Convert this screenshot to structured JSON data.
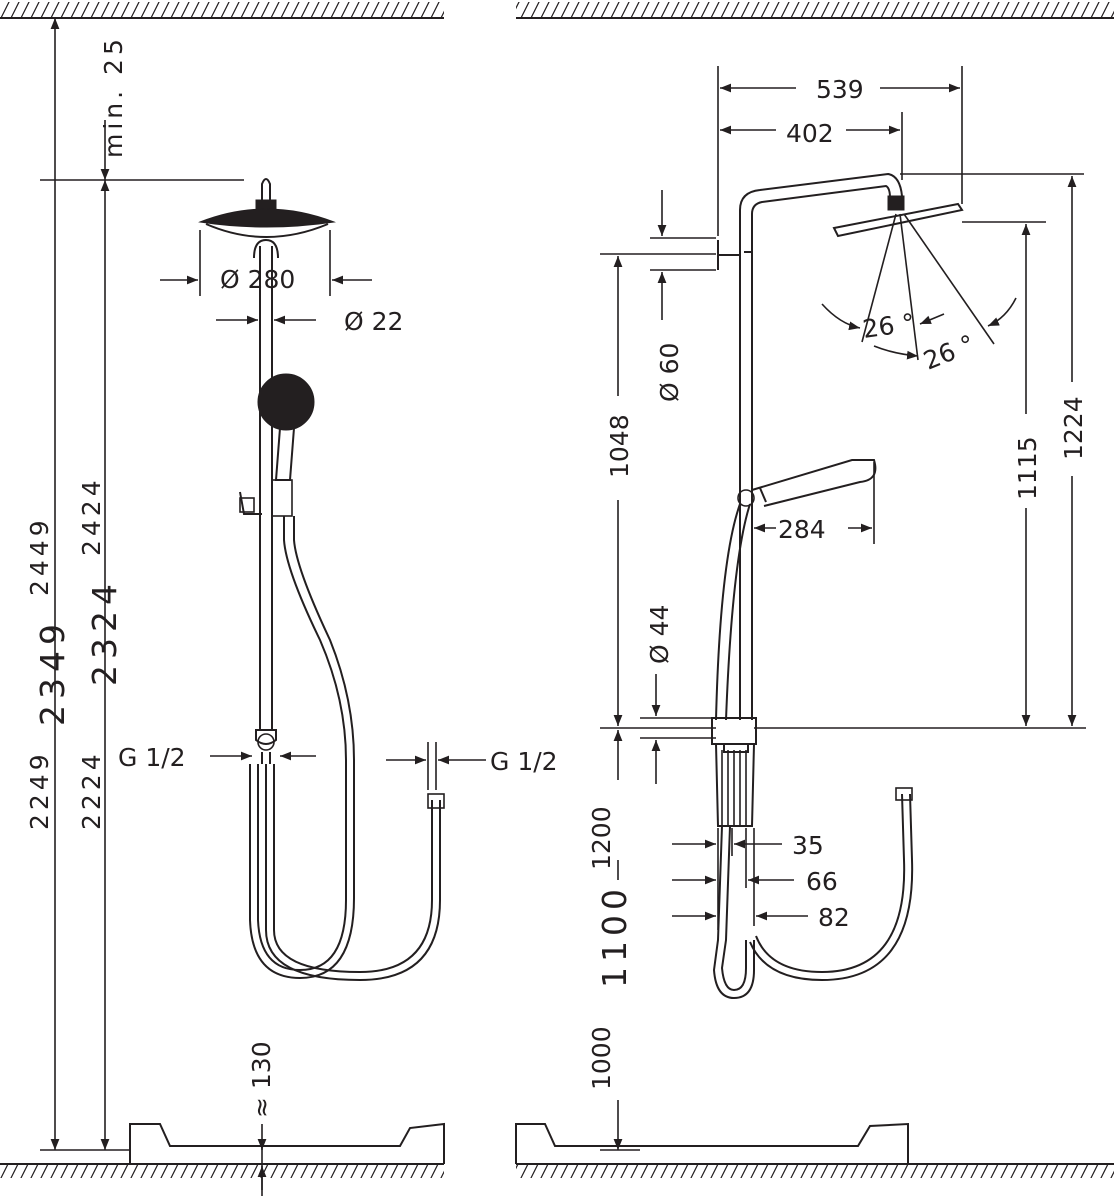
{
  "left_view": {
    "dimensions": {
      "clearance_top": "min. 25",
      "total_height_a": "2449",
      "total_height_b": "2424",
      "nominal_height_a": "2349",
      "nominal_height_b": "2324",
      "base_height_a": "2249",
      "base_height_b": "2224",
      "head_diameter": "Ø 280",
      "pipe_diameter": "Ø 22",
      "connection_left": "G 1/2",
      "connection_right": "G 1/2",
      "wall_distance": "≈ 130"
    }
  },
  "right_view": {
    "dimensions": {
      "arm_length": "539",
      "arm_to_head": "402",
      "escutcheon_diameter": "Ø 60",
      "upper_mount_height": "1048",
      "head_height": "1224",
      "head_to_thermostat": "1115",
      "spray_angle_a": "26 °",
      "spray_angle_b": "26 °",
      "hand_shower_length": "284",
      "outlet_diameter": "Ø 44",
      "mount_height_a": "1200",
      "mount_height_b": "1100",
      "mount_height_c": "1000",
      "projection_a": "35",
      "projection_b": "66",
      "projection_c": "82"
    }
  }
}
